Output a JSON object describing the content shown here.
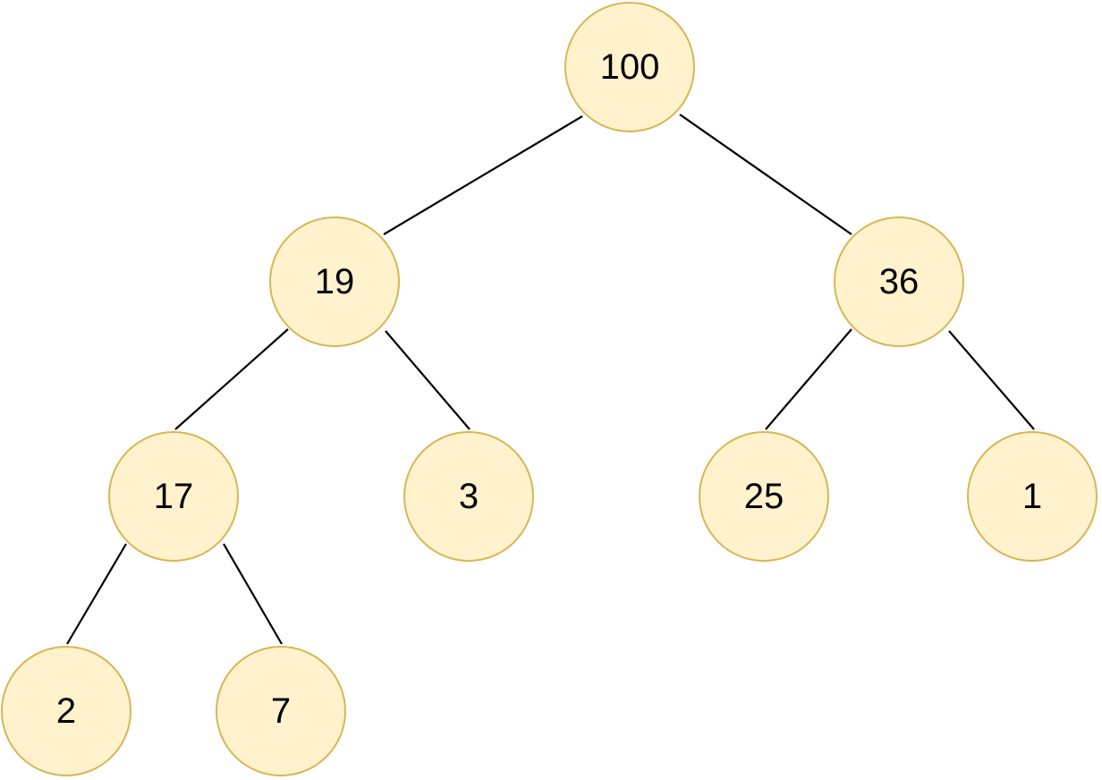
{
  "tree": {
    "nodes": {
      "root": "100",
      "left": "19",
      "right": "36",
      "left_left": "17",
      "left_right": "3",
      "right_left": "25",
      "right_right": "1",
      "left_left_left": "2",
      "left_left_right": "7"
    },
    "colors": {
      "node_fill": "#fff2cc",
      "node_border": "#d6b656",
      "edge": "#000000"
    }
  }
}
